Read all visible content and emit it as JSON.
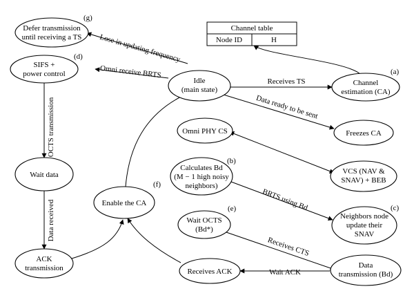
{
  "channel_table": {
    "title": "Channel table",
    "col1": "Node ID",
    "col2": "H"
  },
  "nodes": {
    "g_defer": {
      "tag": "(g)",
      "lines": [
        "Defer transmission",
        "until receiving a TS"
      ]
    },
    "d_sifs": {
      "tag": "(d)",
      "lines": [
        "SIFS +",
        "power control"
      ]
    },
    "idle": {
      "lines": [
        "Idle",
        "(main state)"
      ]
    },
    "a_channel": {
      "tag": "(a)",
      "lines": [
        "Channel",
        "estimation (CA)"
      ]
    },
    "omni_phy": {
      "lines": [
        "Omni PHY CS"
      ]
    },
    "freezes": {
      "lines": [
        "Freezes CA"
      ]
    },
    "wait_data": {
      "lines": [
        "Wait data"
      ]
    },
    "b_calc": {
      "tag": "(b)",
      "lines": [
        "Calculates Bd",
        "(M − 1 high noisy",
        "neighbors)"
      ]
    },
    "vcs": {
      "lines": [
        "VCS (NAV &",
        "SNAV) + BEB"
      ]
    },
    "f_enable": {
      "tag": "(f)",
      "lines": [
        "Enable the CA"
      ]
    },
    "e_wait": {
      "tag": "(e)",
      "lines": [
        "Wait OCTS",
        "(Bd*)"
      ]
    },
    "c_neighbors": {
      "tag": "(c)",
      "lines": [
        "Neighbors node",
        "update their",
        "SNAV"
      ]
    },
    "ack_tx": {
      "lines": [
        "ACK",
        "transmission"
      ]
    },
    "recv_ack": {
      "lines": [
        "Receives ACK"
      ]
    },
    "data_tx": {
      "lines": [
        "Data",
        "transmission (Bd)"
      ]
    }
  },
  "edges": {
    "lose": "Lose in updating frequency",
    "omni_brts": "Omni receive BRTS",
    "receives_ts": "Receives TS",
    "data_ready": "Data ready to be sent",
    "octs_tx": "OCTS transmission",
    "data_received": "Data received",
    "brts_bd": "BRTS using Bd",
    "receives_cts": "Receives CTS",
    "wait_ack": "Wait ACK"
  }
}
